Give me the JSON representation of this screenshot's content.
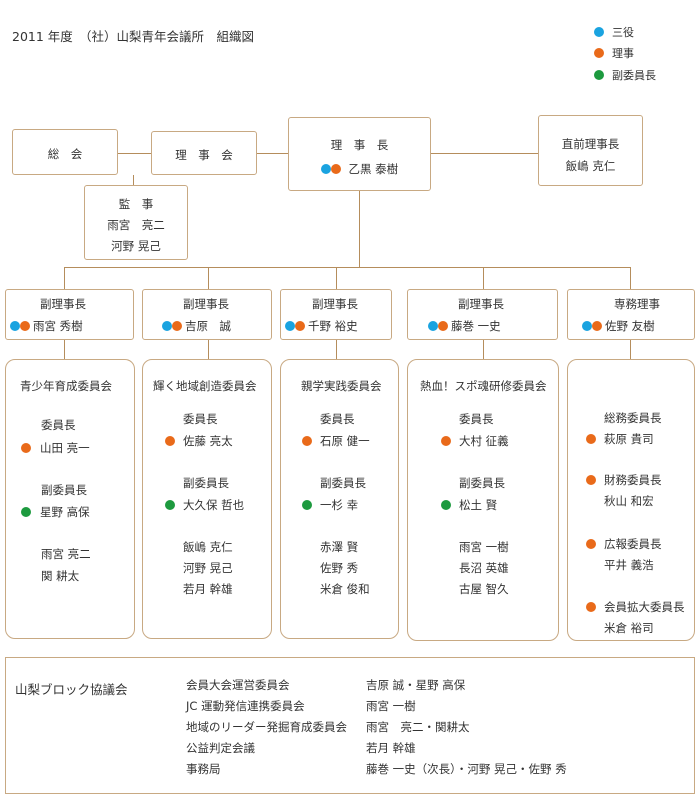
{
  "title": "2011 年度　（社）山梨青年会議所　組織図",
  "legend": [
    {
      "color": "blue",
      "label": "三役"
    },
    {
      "color": "orange",
      "label": "理事"
    },
    {
      "color": "green",
      "label": "副委員長"
    }
  ],
  "colors": {
    "line": "#b58d5c",
    "border": "#c8a983",
    "blue": "#1aa3e0",
    "orange": "#e96a1a",
    "green": "#1d9a3f"
  },
  "top": {
    "soukai": "総　会",
    "rijikai": "理　事　会",
    "president_title": "理　事　長",
    "president_name": "乙黒 泰樹",
    "past_title": "直前理事長",
    "past_name": "飯嶋 克仁",
    "auditor_title": "監　事",
    "auditors": [
      "雨宮　亮二",
      "河野 晃己"
    ]
  },
  "vps": [
    {
      "title": "副理事長",
      "name": "雨宮 秀樹",
      "dots": [
        "blue",
        "orange"
      ]
    },
    {
      "title": "副理事長",
      "name": "吉原　誠",
      "dots": [
        "blue",
        "orange"
      ]
    },
    {
      "title": "副理事長",
      "name": "千野 裕史",
      "dots": [
        "blue",
        "orange"
      ]
    },
    {
      "title": "副理事長",
      "name": "藤巻 一史",
      "dots": [
        "blue",
        "orange"
      ]
    },
    {
      "title": "専務理事",
      "name": "佐野 友樹",
      "dots": [
        "blue",
        "orange"
      ]
    }
  ],
  "committees": [
    {
      "name": "青少年育成委員会",
      "chair_label": "委員長",
      "chair": "山田 亮一",
      "vice_label": "副委員長",
      "vice": "星野 高保",
      "members": [
        "雨宮 亮二",
        "関 耕太"
      ]
    },
    {
      "name": "輝く地域創造委員会",
      "chair_label": "委員長",
      "chair": "佐藤 亮太",
      "vice_label": "副委員長",
      "vice": "大久保 哲也",
      "members": [
        "飯嶋 克仁",
        "河野 晃己",
        "若月 幹雄"
      ]
    },
    {
      "name": "親学実践委員会",
      "chair_label": "委員長",
      "chair": "石原 健一",
      "vice_label": "副委員長",
      "vice": "一杉 幸",
      "members": [
        "赤澤 賢",
        "佐野 秀",
        "米倉 俊和"
      ]
    },
    {
      "name": "熱血！スポ魂研修委員会",
      "chair_label": "委員長",
      "chair": "大村 征義",
      "vice_label": "副委員長",
      "vice": "松土 賢",
      "members": [
        "雨宮 一樹",
        "長沼 英雄",
        "古屋 智久"
      ]
    }
  ],
  "secretariat": [
    {
      "title": "総務委員長",
      "name": "萩原 貴司",
      "dot": "orange"
    },
    {
      "title": "財務委員長",
      "name": "秋山 和宏",
      "dot": "orange"
    },
    {
      "title": "広報委員長",
      "name": "平井 義浩",
      "dot": "orange"
    },
    {
      "title": "会員拡大委員長",
      "name": "米倉 裕司",
      "dot": "orange"
    }
  ],
  "block": {
    "title": "山梨ブロック協議会",
    "rows": [
      {
        "role": "会員大会運営委員会",
        "names": "吉原 誠・星野 高保"
      },
      {
        "role": "JC 運動発信連携委員会",
        "names": "雨宮 一樹"
      },
      {
        "role": "地域のリーダー発掘育成委員会",
        "names": "雨宮　亮二・関耕太"
      },
      {
        "role": "公益判定会議",
        "names": "若月 幹雄"
      },
      {
        "role": "事務局",
        "names": "藤巻 一史（次長）・河野 晃己・佐野 秀"
      }
    ]
  }
}
